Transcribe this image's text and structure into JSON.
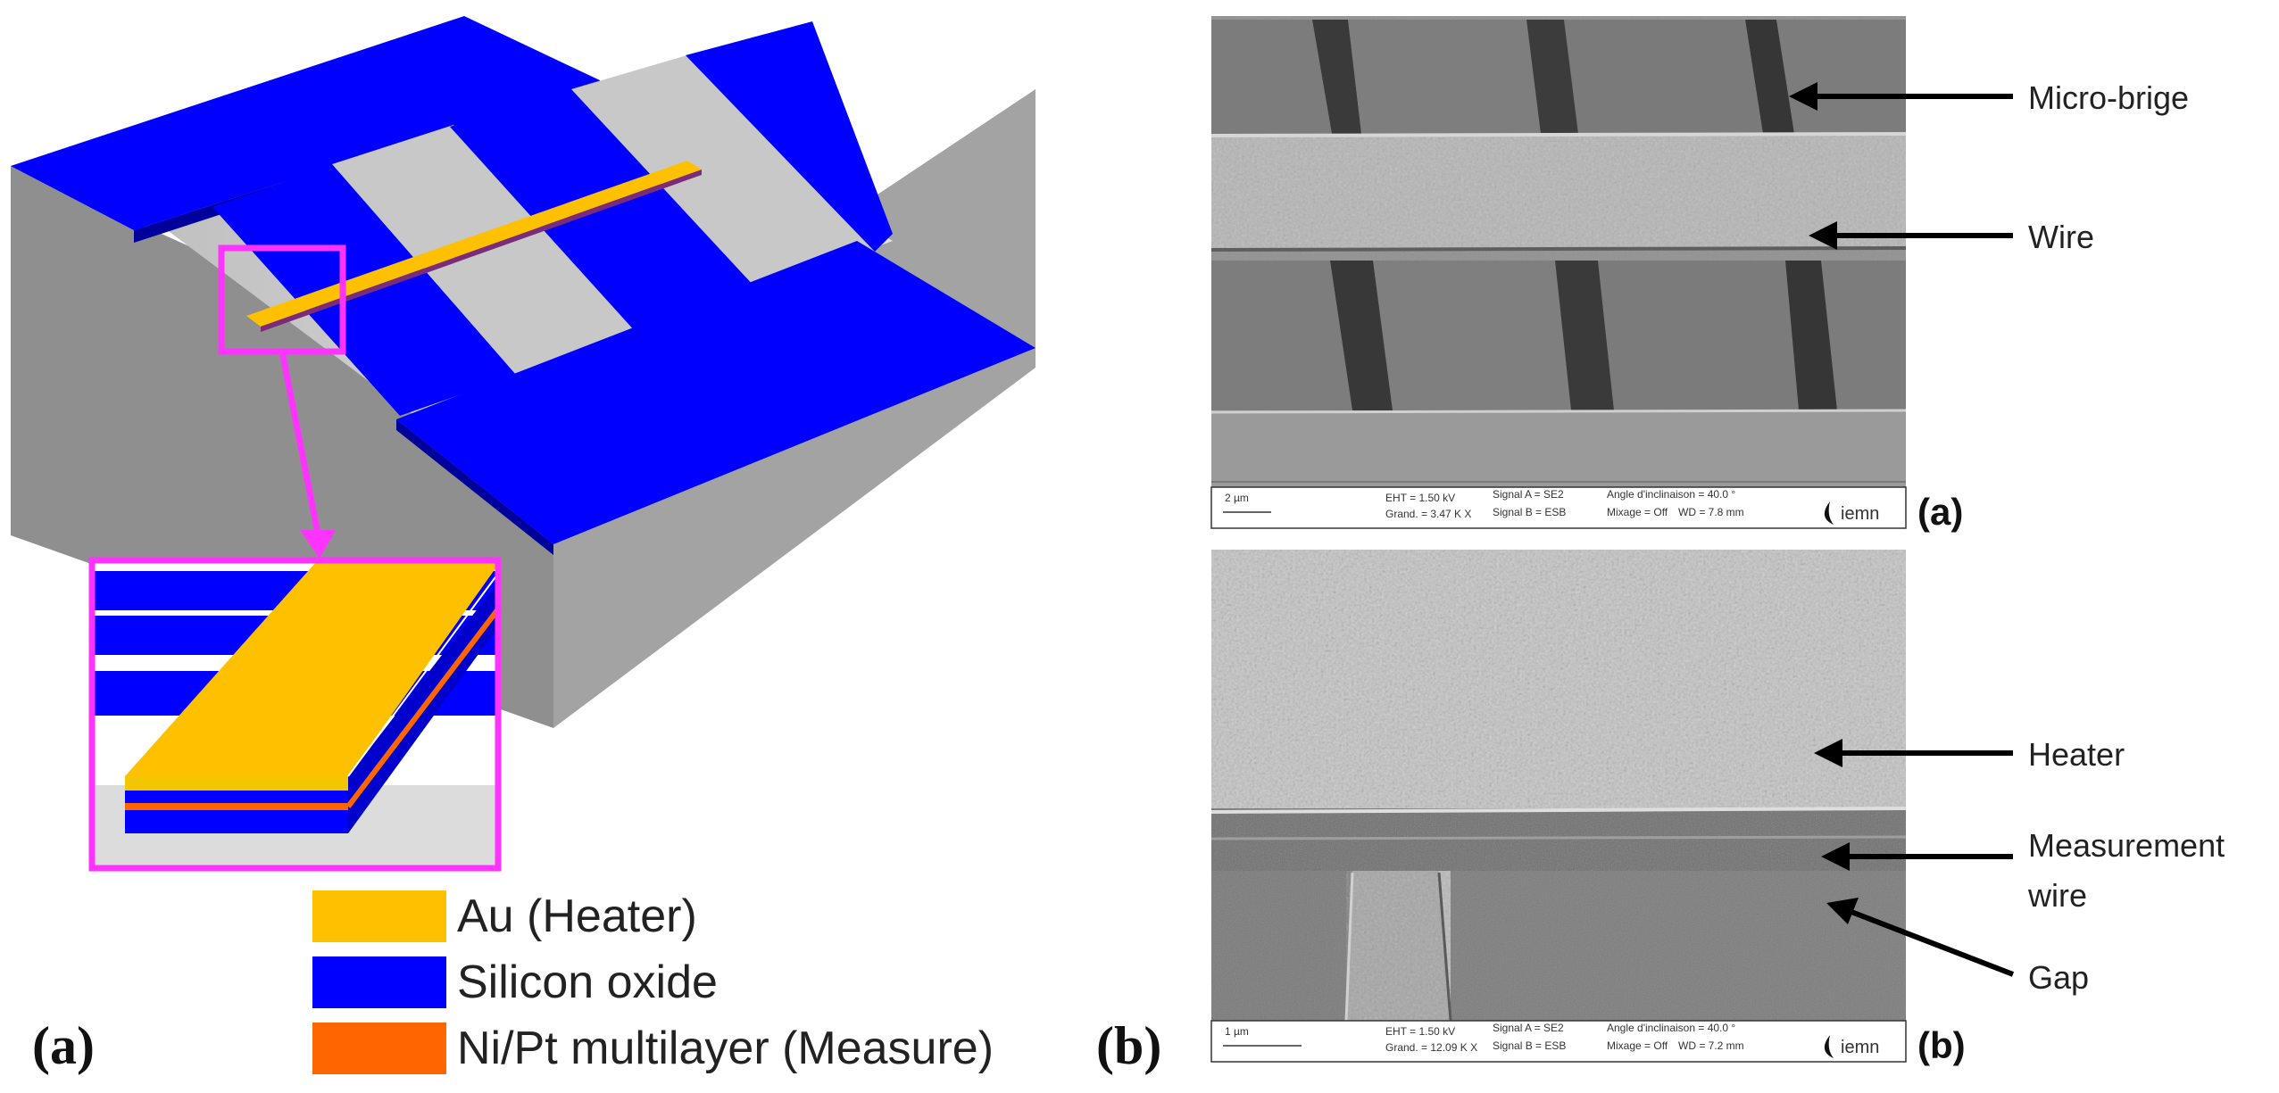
{
  "legend": {
    "heater": {
      "label": "Au (Heater)",
      "color": "#FFC000"
    },
    "oxide": {
      "label": "Silicon oxide",
      "color": "#0000FF"
    },
    "measure": {
      "label": "Ni/Pt multilayer (Measure)",
      "color": "#FF6600"
    }
  },
  "panels": {
    "left_tag": "(a)",
    "right_tag": "(b)"
  },
  "sem_top": {
    "tag": "(a)",
    "scale": "2 µm",
    "info": {
      "eht": "EHT = 1.50 kV",
      "grand": "Grand. = 3.47 K X",
      "signal_a": "Signal A = SE2",
      "signal_b": "Signal B = ESB",
      "angle": "Angle d'inclinaison = 40.0 °",
      "mixage": "Mixage = Off",
      "wd": "WD = 7.8 mm"
    },
    "logo": "iemn",
    "annotations": {
      "a1": "Micro-brige",
      "a2": "Wire"
    }
  },
  "sem_bottom": {
    "tag": "(b)",
    "scale": "1 µm",
    "info": {
      "eht": "EHT = 1.50 kV",
      "grand": "Grand. = 12.09 K X",
      "signal_a": "Signal A = SE2",
      "signal_b": "Signal B = ESB",
      "angle": "Angle d'inclinaison = 40.0 °",
      "mixage": "Mixage = Off",
      "wd": "WD = 7.2 mm"
    },
    "logo": "iemn",
    "annotations": {
      "a1": "Heater",
      "a2a": "Measurement",
      "a2b": "wire",
      "a3": "Gap"
    }
  },
  "colors": {
    "highlight": "#FF33FF",
    "substrate": "#A6A6A6",
    "substrate_top": "#C9C9C9",
    "substrate_side": "#8C8C8C"
  }
}
